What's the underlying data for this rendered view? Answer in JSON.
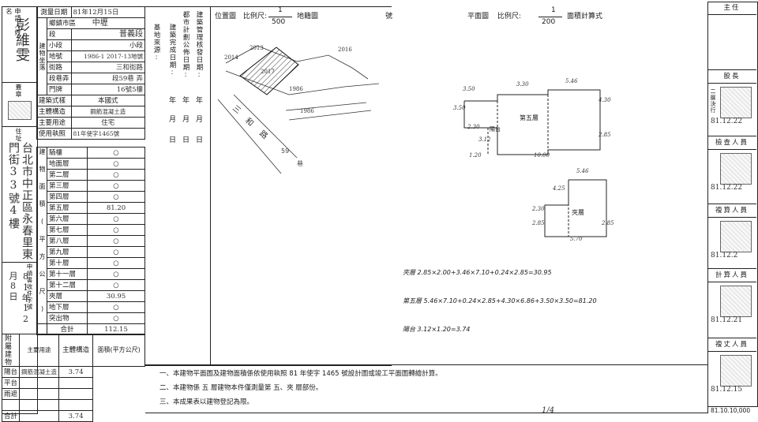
{
  "owner": {
    "label": "申請人姓名",
    "name": "彭維雯",
    "stamp_label": "蓋章",
    "address_label": "住址",
    "address": "台北市中正區永春里東門街33號4樓",
    "apply_label": "申請書收件字號",
    "apply_date": "81年12月8日"
  },
  "survey": {
    "date_label": "測量日期",
    "date_value": "81年12月15日"
  },
  "location": {
    "label": "建物坐落",
    "city_label": "鄉鎮市區",
    "city_value": "中壢",
    "section_label": "段",
    "section_value": "普義段",
    "subsection_label": "小段",
    "lot_label": "地號",
    "lot_value": "1986-1 2017-13地號",
    "street_label": "街路",
    "street_value": "三和街路",
    "lane_label": "段巷弄",
    "lane_value": "段59巷 弄",
    "door_label": "門牌",
    "door_value": "16號5樓"
  },
  "building": {
    "style_label": "建築式樣",
    "style_value": "本國式",
    "structure_label": "主體構造",
    "structure_value": "鋼筋混凝土造",
    "use_label": "主要用途",
    "use_value": "住宅",
    "permit_label": "使用執照",
    "permit_value": "81年使字1465號"
  },
  "floors_header": "建物面積(平方公尺)",
  "floors": [
    {
      "name": "騎樓",
      "value": "○"
    },
    {
      "name": "地面層",
      "value": "○"
    },
    {
      "name": "第二層",
      "value": "○"
    },
    {
      "name": "第三層",
      "value": "○"
    },
    {
      "name": "第四層",
      "value": "○"
    },
    {
      "name": "第五層",
      "value": "81.20"
    },
    {
      "name": "第六層",
      "value": "○"
    },
    {
      "name": "第七層",
      "value": "○"
    },
    {
      "name": "第八層",
      "value": "○"
    },
    {
      "name": "第九層",
      "value": "○"
    },
    {
      "name": "第十層",
      "value": "○"
    },
    {
      "name": "第十一層",
      "value": "○"
    },
    {
      "name": "第十二層",
      "value": "○"
    },
    {
      "name": "夾層",
      "value": "30.95"
    },
    {
      "name": "地下層",
      "value": "○"
    },
    {
      "name": "突出物",
      "value": "○"
    }
  ],
  "total_label": "合計",
  "total_value": "112.15",
  "annex": {
    "label": "附屬建物",
    "use_header": "主要用途",
    "struct_header": "主體構造",
    "area_header": "面積(平方公尺)",
    "rows": [
      {
        "use": "陽台",
        "struct": "鋼筋混凝土造",
        "area": "3.74"
      },
      {
        "use": "平台",
        "struct": "",
        "area": ""
      },
      {
        "use": "雨遮",
        "struct": "",
        "area": ""
      },
      {
        "use": "",
        "struct": "",
        "area": ""
      }
    ],
    "total_label": "合計",
    "total_value": "3.74"
  },
  "middle": {
    "license_label": "建築管理核發日期:",
    "license_year": "年",
    "license_month": "月",
    "license_day": "日",
    "plan_label": "都市計劃公佈日期:",
    "complete_label": "建築完成日期:",
    "base_label": "基地來源:"
  },
  "site_plan": {
    "title_prefix": "位置圖",
    "scale_label": "比例尺:",
    "scale_num": "1",
    "scale_den": "500",
    "title_suffix": "地籍圖",
    "number_label": "號",
    "road": "三和路",
    "lane": "59巷",
    "lot_labels": [
      "2014",
      "2013",
      "2017",
      "2016",
      "1986",
      "1986"
    ]
  },
  "floor_plan": {
    "title": "平面圖",
    "scale_label": "比例尺:",
    "scale_num": "1",
    "scale_den": "200",
    "title_suffix": "面積計算式",
    "fifth_label": "第五層",
    "balcony_label": "陽台",
    "mezz_label": "夾層",
    "dims_top": [
      "3.50",
      "3.30",
      "5.46"
    ],
    "dims_fifth": [
      "3.50",
      "2.30",
      "3.12",
      "4.30",
      "2.85",
      "1.20",
      "10.00"
    ],
    "dims_mezz": [
      "5.46",
      "4.25",
      "2.30",
      "2.85",
      "2.85",
      "5.70"
    ]
  },
  "calculations": {
    "mezz": "夾層 2.85×2.00+3.46×7.10+0.24×2.85=30.95",
    "fifth": "第五層 5.46×7.10+0.24×2.85+4.30×6.86+3.50×3.50=81.20",
    "balcony": "陽台 3.12×1.20=3.74"
  },
  "notes": [
    "一、本建物平面圖及建物面積係依使用執照 81 年使字 1465 號設計圖或竣工平面圖轉繪計算。",
    "二、本建物係 五 層建物本件僅測量第 五、夾 層部份。",
    "三、本成果表以建物登記為限。"
  ],
  "bottom_scribble": "1/4",
  "approvals": [
    {
      "title": "主任",
      "date": ""
    },
    {
      "title": "股長",
      "note": "二層決行",
      "date": "81.12.22"
    },
    {
      "title": "檢查人員",
      "date": "81.12.22"
    },
    {
      "title": "複算人員",
      "date": "81.12.2"
    },
    {
      "title": "計算人員",
      "date": "81.12.21"
    },
    {
      "title": "複丈人員",
      "date": "81.12.15"
    }
  ],
  "footer_code": "81.10.10,000"
}
